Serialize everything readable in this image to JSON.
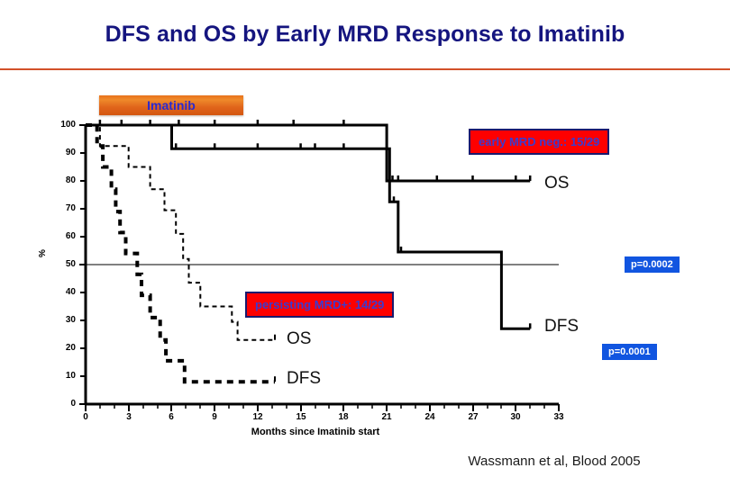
{
  "slide": {
    "title": "DFS and OS by Early MRD Response to Imatinib",
    "citation": "Wassmann et al, Blood 2005",
    "title_color": "#15157f",
    "rule_color": "#d2512a"
  },
  "treatment_bar": {
    "label": "Imatinib",
    "bar_color": "#e0641b",
    "text_color": "#2a2ad0"
  },
  "annotations": {
    "mrd_negative": {
      "text": "early MRD neg.:  15/29",
      "bg_color": "#fe0000",
      "border_color": "#1a1a6e",
      "text_color": "#3b3bcf"
    },
    "mrd_positive": {
      "text": "persisting MRD+: 14/29",
      "bg_color": "#fe0000",
      "border_color": "#1a1a6e",
      "text_color": "#3b3bcf"
    },
    "p_os": {
      "text": "p=0.0002",
      "bg_color": "#1155e0",
      "text_color": "#ffffff"
    },
    "p_dfs": {
      "text": "p=0.0001",
      "bg_color": "#1155e0",
      "text_color": "#ffffff"
    }
  },
  "curve_labels": {
    "os_solid": "OS",
    "dfs_solid": "DFS",
    "os_dashed": "OS",
    "dfs_dashed": "DFS"
  },
  "chart_data": {
    "type": "line",
    "title": "DFS and OS by Early MRD Response to Imatinib",
    "xlabel": "Months since Imatinib start",
    "ylabel": "%",
    "xlim": [
      0,
      33
    ],
    "ylim": [
      0,
      100
    ],
    "xticks": [
      0,
      3,
      6,
      9,
      12,
      15,
      18,
      21,
      24,
      27,
      30,
      33
    ],
    "yticks": [
      0,
      10,
      20,
      30,
      40,
      50,
      60,
      70,
      80,
      90,
      100
    ],
    "xtick_labels": [
      "0",
      "3",
      "6",
      "9",
      "12",
      "15",
      "18",
      "21",
      "24",
      "27",
      "30",
      "33"
    ],
    "ytick_labels": [
      "0",
      "10",
      "20",
      "30",
      "40",
      "50",
      "60",
      "70",
      "80",
      "90",
      "100"
    ],
    "minor_xtick_interval": 1,
    "grid": false,
    "reference_line": {
      "y": 50,
      "x_from": 0,
      "x_to": 29.5,
      "style": "thin-solid"
    },
    "legend_position": "inline-right-of-curves",
    "series": [
      {
        "name": "OS — early MRD negative",
        "group": "early MRD neg.: 15/29",
        "style": "solid",
        "line_width": 3,
        "color": "#000000",
        "label": "OS",
        "steps": [
          [
            0,
            100
          ],
          [
            21.0,
            100
          ],
          [
            21.0,
            80
          ],
          [
            31.0,
            80
          ]
        ],
        "censor_marks": [
          1.0,
          2.5,
          4.5,
          6.5,
          9.0,
          12.0,
          14.5,
          18.0,
          21.4,
          21.8,
          24.5,
          27.0,
          30.0,
          31.0
        ]
      },
      {
        "name": "DFS — early MRD negative",
        "group": "early MRD neg.: 15/29",
        "style": "solid",
        "line_width": 3,
        "color": "#000000",
        "label": "DFS",
        "steps": [
          [
            0,
            100
          ],
          [
            6.0,
            100
          ],
          [
            6.0,
            91.5
          ],
          [
            21.2,
            91.5
          ],
          [
            21.2,
            72.5
          ],
          [
            21.8,
            72.5
          ],
          [
            21.8,
            54.5
          ],
          [
            29.0,
            54.5
          ],
          [
            29.0,
            27.0
          ],
          [
            31.0,
            27.0
          ]
        ],
        "censor_marks": [
          6.3,
          9.0,
          12.0,
          15.0,
          16.0,
          18.0,
          21.5,
          22.0,
          31.0
        ]
      },
      {
        "name": "OS — persisting MRD positive",
        "group": "persisting MRD+: 14/29",
        "style": "dashed-thin",
        "line_width": 2,
        "color": "#000000",
        "label": "OS",
        "steps": [
          [
            0,
            100
          ],
          [
            1.0,
            100
          ],
          [
            1.0,
            92.5
          ],
          [
            3.0,
            92.5
          ],
          [
            3.0,
            85.0
          ],
          [
            4.5,
            85.0
          ],
          [
            4.5,
            77.0
          ],
          [
            5.5,
            77.0
          ],
          [
            5.5,
            69.5
          ],
          [
            6.3,
            69.5
          ],
          [
            6.3,
            61.0
          ],
          [
            6.8,
            61.0
          ],
          [
            6.8,
            52.0
          ],
          [
            7.2,
            52.0
          ],
          [
            7.2,
            43.5
          ],
          [
            8.0,
            43.5
          ],
          [
            8.0,
            35.0
          ],
          [
            10.2,
            35.0
          ],
          [
            10.2,
            29.5
          ],
          [
            10.6,
            29.5
          ],
          [
            10.6,
            23.0
          ],
          [
            13.2,
            23.0
          ]
        ],
        "censor_marks": [
          13.2
        ]
      },
      {
        "name": "DFS — persisting MRD positive",
        "group": "persisting MRD+: 14/29",
        "style": "dashed-thick",
        "line_width": 4,
        "color": "#000000",
        "label": "DFS",
        "steps": [
          [
            0,
            100
          ],
          [
            0.8,
            100
          ],
          [
            0.8,
            92.5
          ],
          [
            1.2,
            92.5
          ],
          [
            1.2,
            85.0
          ],
          [
            1.8,
            85.0
          ],
          [
            1.8,
            77.0
          ],
          [
            2.1,
            77.0
          ],
          [
            2.1,
            69.0
          ],
          [
            2.4,
            69.0
          ],
          [
            2.4,
            61.5
          ],
          [
            2.8,
            61.5
          ],
          [
            2.8,
            54.0
          ],
          [
            3.6,
            54.0
          ],
          [
            3.6,
            46.5
          ],
          [
            3.9,
            46.5
          ],
          [
            3.9,
            39.0
          ],
          [
            4.5,
            39.0
          ],
          [
            4.5,
            31.0
          ],
          [
            5.2,
            31.0
          ],
          [
            5.2,
            23.0
          ],
          [
            5.6,
            23.0
          ],
          [
            5.6,
            15.5
          ],
          [
            6.9,
            15.5
          ],
          [
            6.9,
            8.0
          ],
          [
            13.2,
            8.0
          ]
        ],
        "censor_marks": [
          13.2
        ]
      }
    ],
    "annotations": [
      {
        "text": "early MRD neg.:  15/29",
        "x": 22.5,
        "y": 95
      },
      {
        "text": "persisting MRD+: 14/29",
        "x": 11.0,
        "y": 39
      },
      {
        "text": "p=0.0002",
        "x": 32.0,
        "y": 50
      },
      {
        "text": "p=0.0001",
        "x": 31.0,
        "y": 22
      },
      {
        "text": "Imatinib",
        "x": 2.0,
        "y": 108
      }
    ]
  }
}
